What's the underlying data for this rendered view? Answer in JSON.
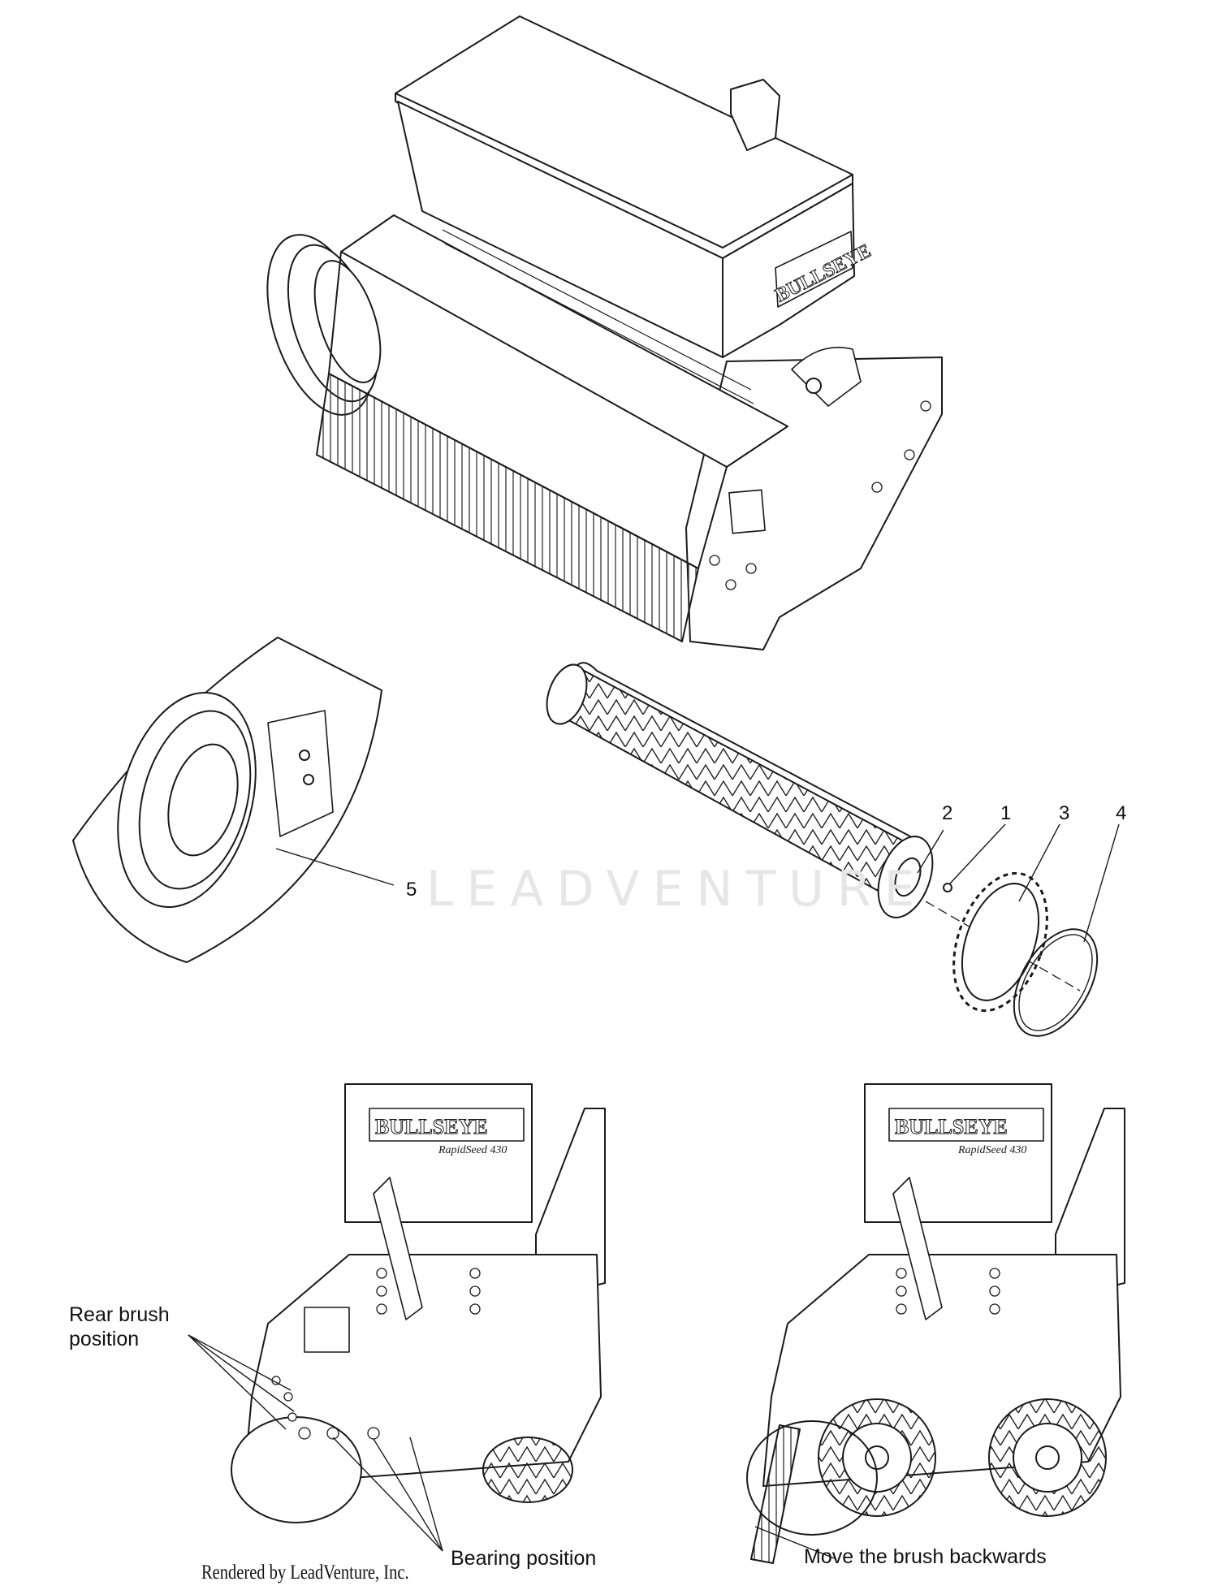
{
  "callouts": [
    "1",
    "2",
    "3",
    "4",
    "5"
  ],
  "labels": {
    "rear_brush": [
      "Rear brush",
      "position"
    ],
    "bearing": "Bearing position",
    "move_brush": "Move the brush backwards"
  },
  "branding": {
    "brand": "BULLSEYE",
    "model": "RapidSeed 430",
    "watermark": "LEADVENTURE"
  },
  "footer": "Rendered by LeadVenture, Inc.",
  "colors": {
    "line": "#1a1a1a",
    "fill": "#ffffff",
    "watermark": "#e6e6e6"
  }
}
